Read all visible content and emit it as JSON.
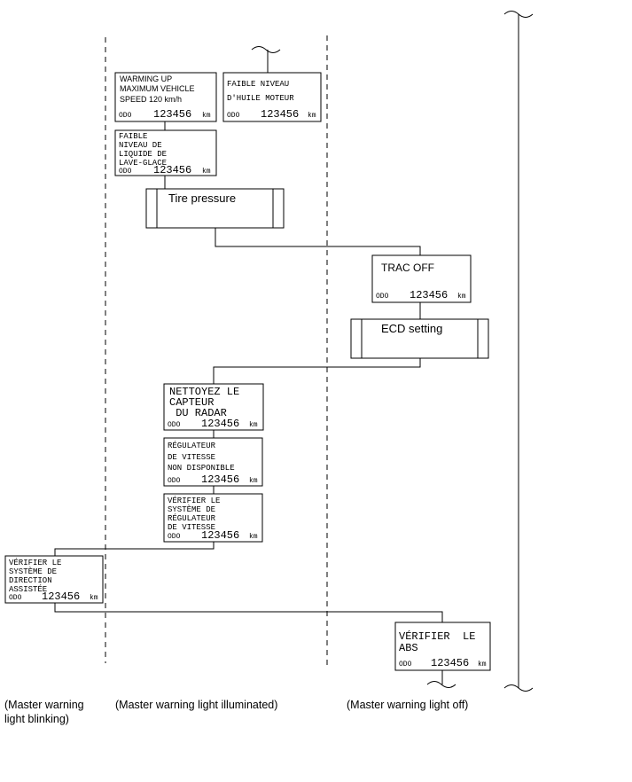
{
  "boxes": {
    "warming_up": {
      "lines": [
        "WARMING UP",
        "MAXIMUM VEHICLE",
        "SPEED 120 km/h"
      ],
      "odo": "ODO",
      "odo_value": "123456",
      "odo_unit": "km"
    },
    "oil_level": {
      "lines": [
        "FAIBLE NIVEAU",
        "D'HUILE MOTEUR"
      ],
      "odo": "ODO",
      "odo_value": "123456",
      "odo_unit": "km"
    },
    "washer_level": {
      "lines": [
        "FAIBLE",
        "NIVEAU DE",
        "LIQUIDE DE",
        "LAVE-GLACE"
      ],
      "odo": "ODO",
      "odo_value": "123456",
      "odo_unit": "km"
    },
    "tire_pressure": {
      "label": "Tire pressure"
    },
    "trac_off": {
      "label": "TRAC  OFF",
      "odo": "ODO",
      "odo_value": "123456",
      "odo_unit": "km"
    },
    "ecd_setting": {
      "label": "ECD setting"
    },
    "radar": {
      "lines": [
        "NETTOYEZ LE",
        "CAPTEUR",
        " DU RADAR"
      ],
      "odo": "ODO",
      "odo_value": "123456",
      "odo_unit": "km"
    },
    "speed_reg_unavailable": {
      "lines": [
        "RÉGULATEUR",
        "DE VITESSE",
        "NON DISPONIBLE"
      ],
      "odo": "ODO",
      "odo_value": "123456",
      "odo_unit": "km"
    },
    "check_speed_reg": {
      "lines": [
        "VÉRIFIER LE",
        "SYSTÈME DE",
        "RÉGULATEUR",
        "DE VITESSE"
      ],
      "odo": "ODO",
      "odo_value": "123456",
      "odo_unit": "km"
    },
    "check_steering": {
      "lines": [
        "VÉRIFIER LE",
        "SYSTÈME DE",
        "DIRECTION",
        "ASSISTÉE"
      ],
      "odo": "ODO",
      "odo_value": "123456",
      "odo_unit": "km"
    },
    "check_abs": {
      "lines": [
        "VÉRIFIER  LE",
        "ABS"
      ],
      "odo": "ODO",
      "odo_value": "123456",
      "odo_unit": "km"
    }
  },
  "legend": {
    "blinking": [
      "(Master warning",
      "light blinking)"
    ],
    "illuminated": "(Master warning light illuminated)",
    "off": "(Master warning light off)"
  },
  "colors": {
    "line": "#000000",
    "background": "#ffffff"
  }
}
